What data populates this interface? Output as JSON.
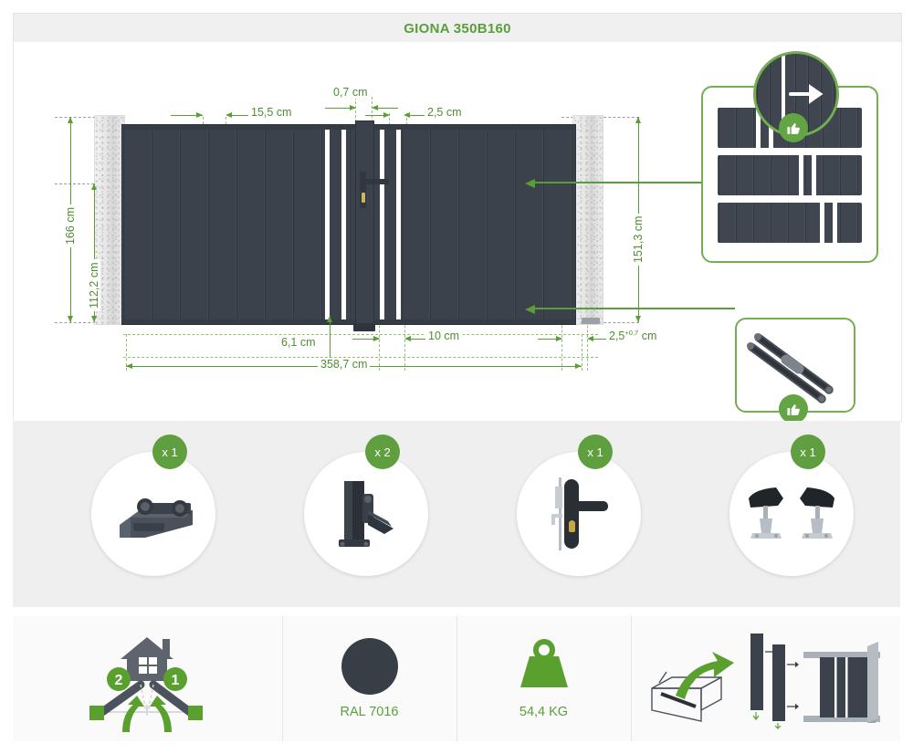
{
  "header": {
    "title": "GIONA 350B160"
  },
  "drawing": {
    "dimensions": {
      "height_total": "166 cm",
      "height_panel": "112,2 cm",
      "height_right": "151,3 cm",
      "top_gap": "0,7 cm",
      "top_slat": "15,5 cm",
      "top_right": "2,5 cm",
      "bottom_left": "6,1 cm",
      "bottom_center": "10 cm",
      "bottom_right": "2,5",
      "bottom_right_tol": "+0,7",
      "bottom_right_unit": "cm",
      "width_total": "358,7 cm"
    },
    "callouts": {
      "slat_detail_name": "slat-alignment-detail",
      "strut_detail_name": "gas-strut-detail"
    }
  },
  "accessories": [
    {
      "qty": "x 1",
      "name": "ground-stop-bracket"
    },
    {
      "qty": "x 2",
      "name": "hinge-post"
    },
    {
      "qty": "x 1",
      "name": "handle-lock-set"
    },
    {
      "qty": "x 1",
      "name": "gate-stop-pair"
    }
  ],
  "info": {
    "opening": {
      "leaf_left": "2",
      "leaf_right": "1"
    },
    "color": {
      "label": "RAL 7016",
      "hex": "#383e45"
    },
    "weight": {
      "label": "54,4 KG"
    },
    "packaging": {
      "name": "packaging-assembly-diagram"
    }
  },
  "colors": {
    "accent": "#5a9e3a",
    "panel": "#3b424b",
    "light_green": "#74ad52"
  }
}
